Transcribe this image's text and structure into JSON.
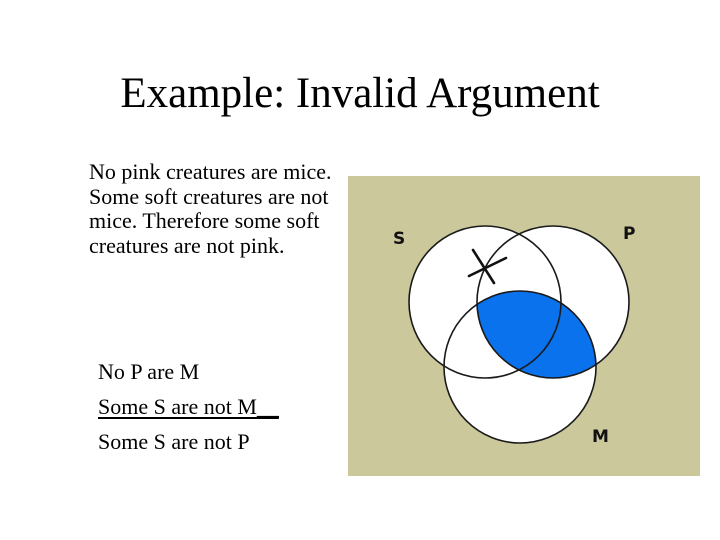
{
  "slide": {
    "title": "Example: Invalid Argument",
    "argument_text": "No pink creatures are mice. Some soft creatures are not mice. Therefore some soft creatures are not pink.",
    "syllogism": {
      "major_premise": "No P are M",
      "minor_premise": "Some S are not M__",
      "conclusion": "Some S are not P"
    }
  },
  "diagram": {
    "background_color": "#cbc89c",
    "circle_fill": "#ffffff",
    "shade_color": "#0a72ec",
    "labels": {
      "s": "S",
      "p": "P",
      "m": "M"
    },
    "marks": {
      "x_mark": "X placed on border between S-only and S∩P regions"
    }
  }
}
